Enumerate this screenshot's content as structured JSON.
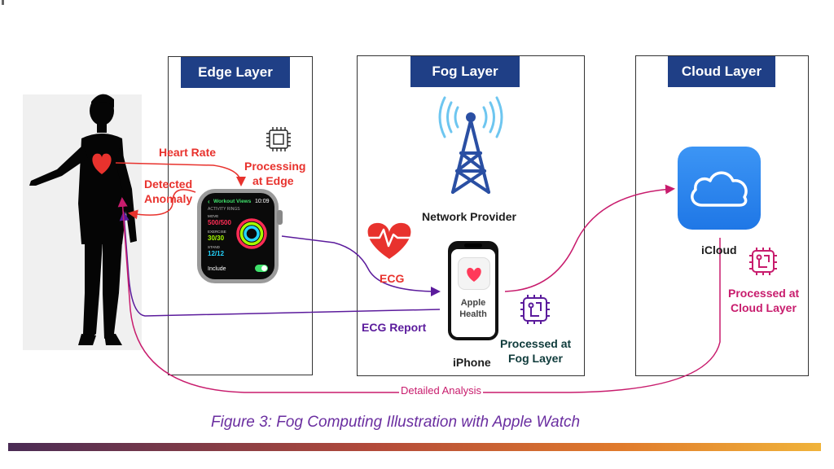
{
  "layers": {
    "edge": "Edge Layer",
    "fog": "Fog Layer",
    "cloud": "Cloud Layer"
  },
  "labels": {
    "heart_rate": "Heart Rate",
    "detected_anomaly_1": "Detected",
    "detected_anomaly_2": "Anomaly",
    "processing_edge_1": "Processing",
    "processing_edge_2": "at Edge",
    "network_provider": "Network Provider",
    "ecg": "ECG",
    "ecg_report": "ECG Report",
    "iphone": "iPhone",
    "processed_fog_1": "Processed at",
    "processed_fog_2": "Fog Layer",
    "icloud": "iCloud",
    "processed_cloud_1": "Processed at",
    "processed_cloud_2": "Cloud Layer",
    "detailed_analysis": "Detailed Analysis"
  },
  "watch": {
    "header": "Workout Views",
    "time": "10:09",
    "section": "ACTIVITY RINGS",
    "move_label": "MOVE",
    "move_value": "500/500",
    "exercise_label": "EXERCISE",
    "exercise_value": "30/30",
    "stand_label": "STAND",
    "stand_value": "12/12",
    "include": "Include"
  },
  "phone": {
    "app_name_1": "Apple",
    "app_name_2": "Health"
  },
  "caption": "Figure 3: Fog Computing Illustration with Apple Watch",
  "colors": {
    "tab_blue": "#1f3f86",
    "red": "#e8322d",
    "pink": "#c81c6d",
    "purple": "#5b1b9c",
    "cloud_blue": "#2f86f0"
  }
}
